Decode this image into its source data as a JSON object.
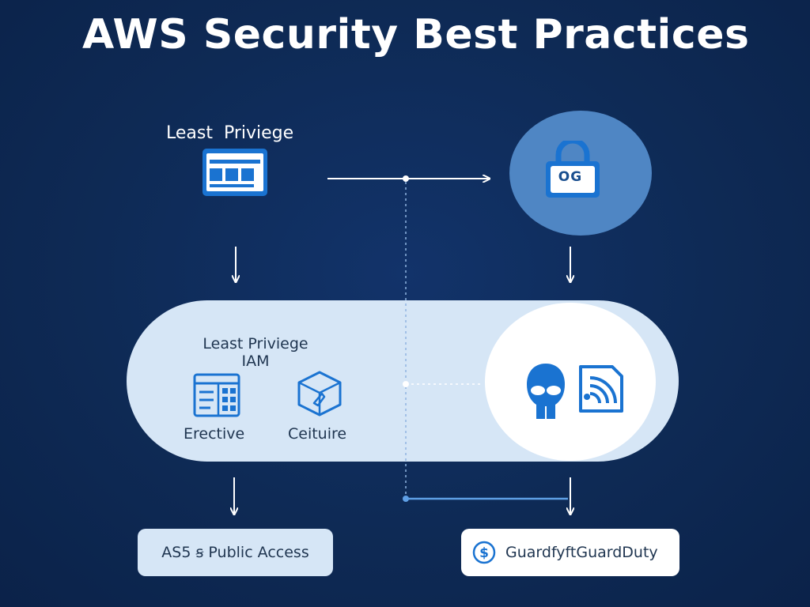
{
  "title": "AWS Security Best Practices",
  "top_left": {
    "label": "Least  Priviege",
    "icon": "window-table-icon"
  },
  "top_right": {
    "icon": "lock-icon",
    "text": "OG"
  },
  "panel": {
    "title": "Least Priviege IAM",
    "items": [
      {
        "label": "Erective",
        "icon": "table-grid-icon"
      },
      {
        "label": "Ceituire",
        "icon": "box-cube-icon"
      }
    ],
    "highlight_icon": "user-signal-icon"
  },
  "bottom": {
    "left_label": "AS5 ꞩ Public Access",
    "right_label": "GuardfyftGuardDuty",
    "right_icon": "dollar-icon"
  },
  "colors": {
    "background": "#0e2a55",
    "accent": "#1a73d1",
    "panel": "#d6e6f6",
    "circle": "#4f86c4"
  }
}
